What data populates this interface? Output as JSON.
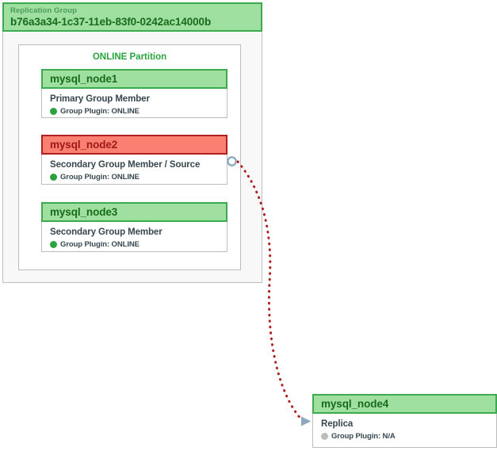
{
  "replication_group": {
    "label": "Replication Group",
    "uuid": "b76a3a34-1c37-11eb-83f0-0242ac14000b",
    "border_color": "#3cab4f",
    "header_fill": "#9fdfa0"
  },
  "partition": {
    "title": "ONLINE Partition",
    "title_color": "#2aa33f"
  },
  "nodes": [
    {
      "name": "mysql_node1",
      "role": "Primary Group Member",
      "status_label": "Group Plugin: ONLINE",
      "status_state": "online",
      "state_color": "#2aa33f",
      "header_fill": "#9fdfa0",
      "header_border": "#3cab4f"
    },
    {
      "name": "mysql_node2",
      "role": "Secondary Group Member / Source",
      "status_label": "Group Plugin: ONLINE",
      "status_state": "online",
      "state_color": "#2aa33f",
      "header_fill": "#fa8072",
      "header_border": "#b02020"
    },
    {
      "name": "mysql_node3",
      "role": "Secondary Group Member",
      "status_label": "Group Plugin: ONLINE",
      "status_state": "online",
      "state_color": "#2aa33f",
      "header_fill": "#9fdfa0",
      "header_border": "#3cab4f"
    },
    {
      "name": "mysql_node4",
      "role": "Replica",
      "status_label": "Group Plugin: N/A",
      "status_state": "offline",
      "state_color": "#bdbdbd",
      "header_fill": "#9fdfa0",
      "header_border": "#3cab4f"
    }
  ],
  "connector": {
    "from": "mysql_node2",
    "to": "mysql_node4",
    "style": "dotted",
    "color": "#b02020",
    "source_marker": "circle",
    "source_marker_color": "#8da9bf",
    "target_marker": "arrow",
    "target_marker_color": "#8da9bf"
  }
}
